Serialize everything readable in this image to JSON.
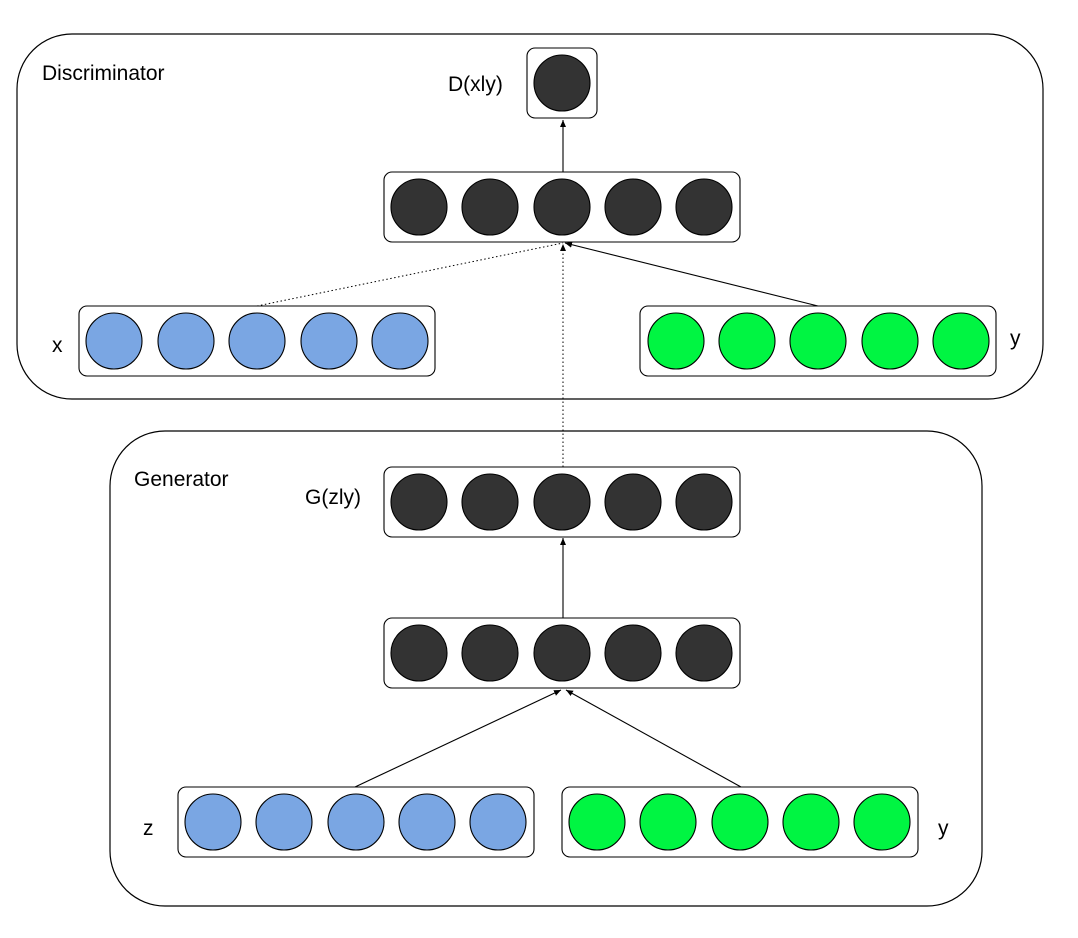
{
  "colors": {
    "hidden_node": "#333333",
    "x_node": "#7aa6e3",
    "y_node": "#00f542",
    "edge": "#000000"
  },
  "discriminator": {
    "title": "Discriminator",
    "output_label": "D(xly)",
    "x_label": "x",
    "y_label": "y"
  },
  "generator": {
    "title": "Generator",
    "output_label": "G(zly)",
    "z_label": "z",
    "y_label": "y"
  }
}
